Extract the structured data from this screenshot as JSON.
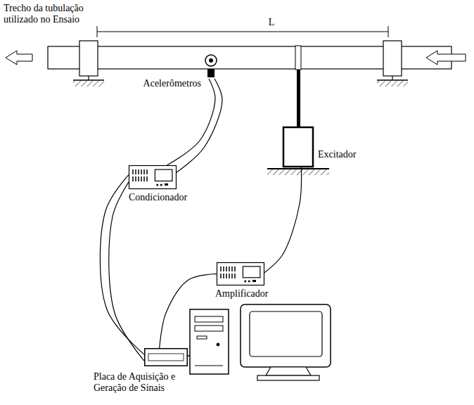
{
  "diagram": {
    "nodes": [
      {
        "text": [
          "Acelerômetros"
        ]
      },
      {
        "text": [
          "Excitador"
        ]
      },
      {
        "text": [
          "Condicionador"
        ]
      },
      {
        "text": [
          "Amplificador"
        ]
      },
      {
        "text": [
          "Placa de Aquisição e Geração de Sinais"
        ]
      }
    ],
    "edges": [
      {
        "from": 0,
        "to": 2,
        "arrow": "none"
      },
      {
        "from": 0,
        "to": 2,
        "arrow": "none"
      },
      {
        "from": 2,
        "to": 4,
        "arrow": "none"
      },
      {
        "from": 2,
        "to": 4,
        "arrow": "none"
      },
      {
        "from": 4,
        "to": 3,
        "arrow": "none"
      },
      {
        "from": 3,
        "to": 1,
        "arrow": "none"
      }
    ],
    "labels": [
      "Trecho da tubulação utilizado no Ensaio",
      "L"
    ]
  }
}
